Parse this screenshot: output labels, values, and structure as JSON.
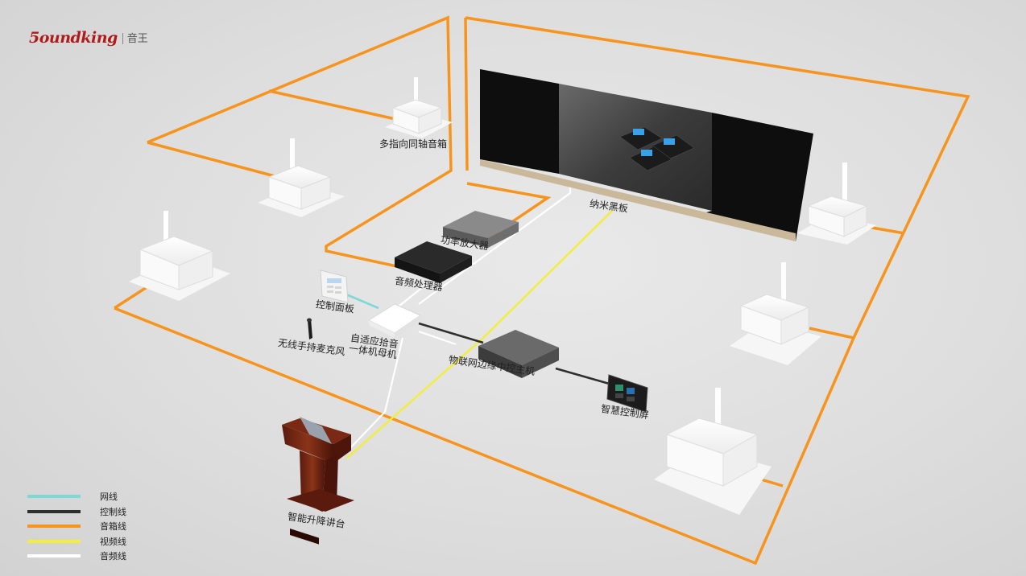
{
  "brand": {
    "name": "5oundking",
    "cn_name": "音王"
  },
  "colors": {
    "network": "#7fd8d8",
    "control": "#2f2f2f",
    "speaker": "#f7941d",
    "video": "#f2ee3a",
    "audio": "#ffffff"
  },
  "labels": {
    "speaker_multi": "多指向同轴音箱",
    "blackboard": "纳米黑板",
    "amplifier": "功率放大器",
    "processor": "音频处理器",
    "control_panel": "控制面板",
    "mic_host_line1": "自适应拾音",
    "mic_host_line2": "一体机母机",
    "wireless_mic": "无线手持麦克风",
    "iot_host": "物联网边缘中控主机",
    "smart_screen": "智慧控制屏",
    "podium": "智能升降讲台"
  },
  "legend": [
    {
      "label": "网线",
      "color": "#7fd8d8"
    },
    {
      "label": "控制线",
      "color": "#2f2f2f"
    },
    {
      "label": "音箱线",
      "color": "#f7941d"
    },
    {
      "label": "视频线",
      "color": "#f2ee3a"
    },
    {
      "label": "音频线",
      "color": "#ffffff"
    }
  ]
}
